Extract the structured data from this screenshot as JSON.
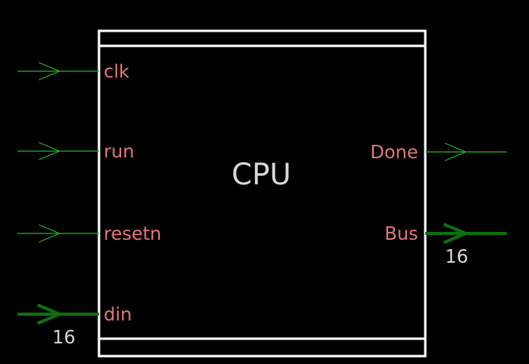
{
  "block": {
    "name": "CPU",
    "border_color": "#ffffff",
    "title_color": "#d8d8d8"
  },
  "ports": {
    "label_color": "#e07878",
    "wire_color": "#22b422",
    "bus_color": "#0f6e0f",
    "width_color": "#d8d8d8",
    "inputs": [
      {
        "name": "clk",
        "bus": false
      },
      {
        "name": "run",
        "bus": false
      },
      {
        "name": "resetn",
        "bus": false
      },
      {
        "name": "din",
        "bus": true,
        "width": "16"
      }
    ],
    "outputs": [
      {
        "name": "Done",
        "bus": false
      },
      {
        "name": "Bus",
        "bus": true,
        "width": "16"
      }
    ]
  }
}
